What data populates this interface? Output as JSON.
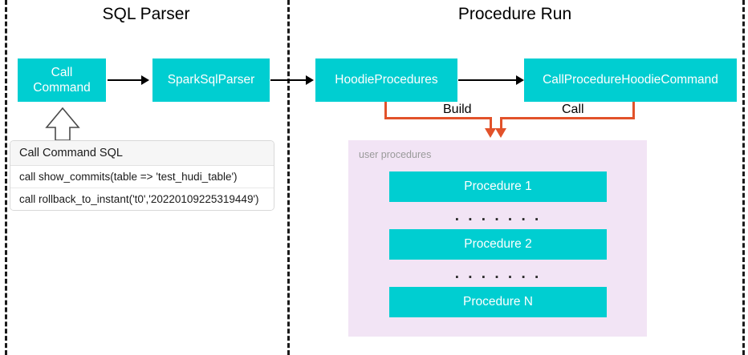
{
  "diagram": {
    "sections": [
      {
        "title": "SQL Parser"
      },
      {
        "title": "Procedure Run"
      }
    ],
    "nodes": {
      "call_command": "Call\nCommand",
      "call_command_line1": "Call",
      "call_command_line2": "Command",
      "spark_sql_parser": "SparkSqlParser",
      "hoodie_procedures": "HoodieProcedures",
      "call_procedure_hoodie_command": "CallProcedureHoodieCommand"
    },
    "connector_labels": {
      "build": "Build",
      "call": "Call"
    },
    "sql_table": {
      "header": "Call Command SQL",
      "rows": [
        "call show_commits(table => 'test_hudi_table')",
        "call rollback_to_instant('t0','20220109225319449')"
      ]
    },
    "procedures_panel": {
      "label": "user procedures",
      "items": [
        "Procedure 1",
        "Procedure 2",
        "Procedure N"
      ],
      "ellipsis": ". . . . . . ."
    },
    "colors": {
      "node_fill": "#00CED1",
      "node_text": "#FFFFFF",
      "panel_fill": "#F2E4F5",
      "connector_orange": "#E2522A",
      "arrow_black": "#000000",
      "divider": "#1A1A1A"
    }
  }
}
